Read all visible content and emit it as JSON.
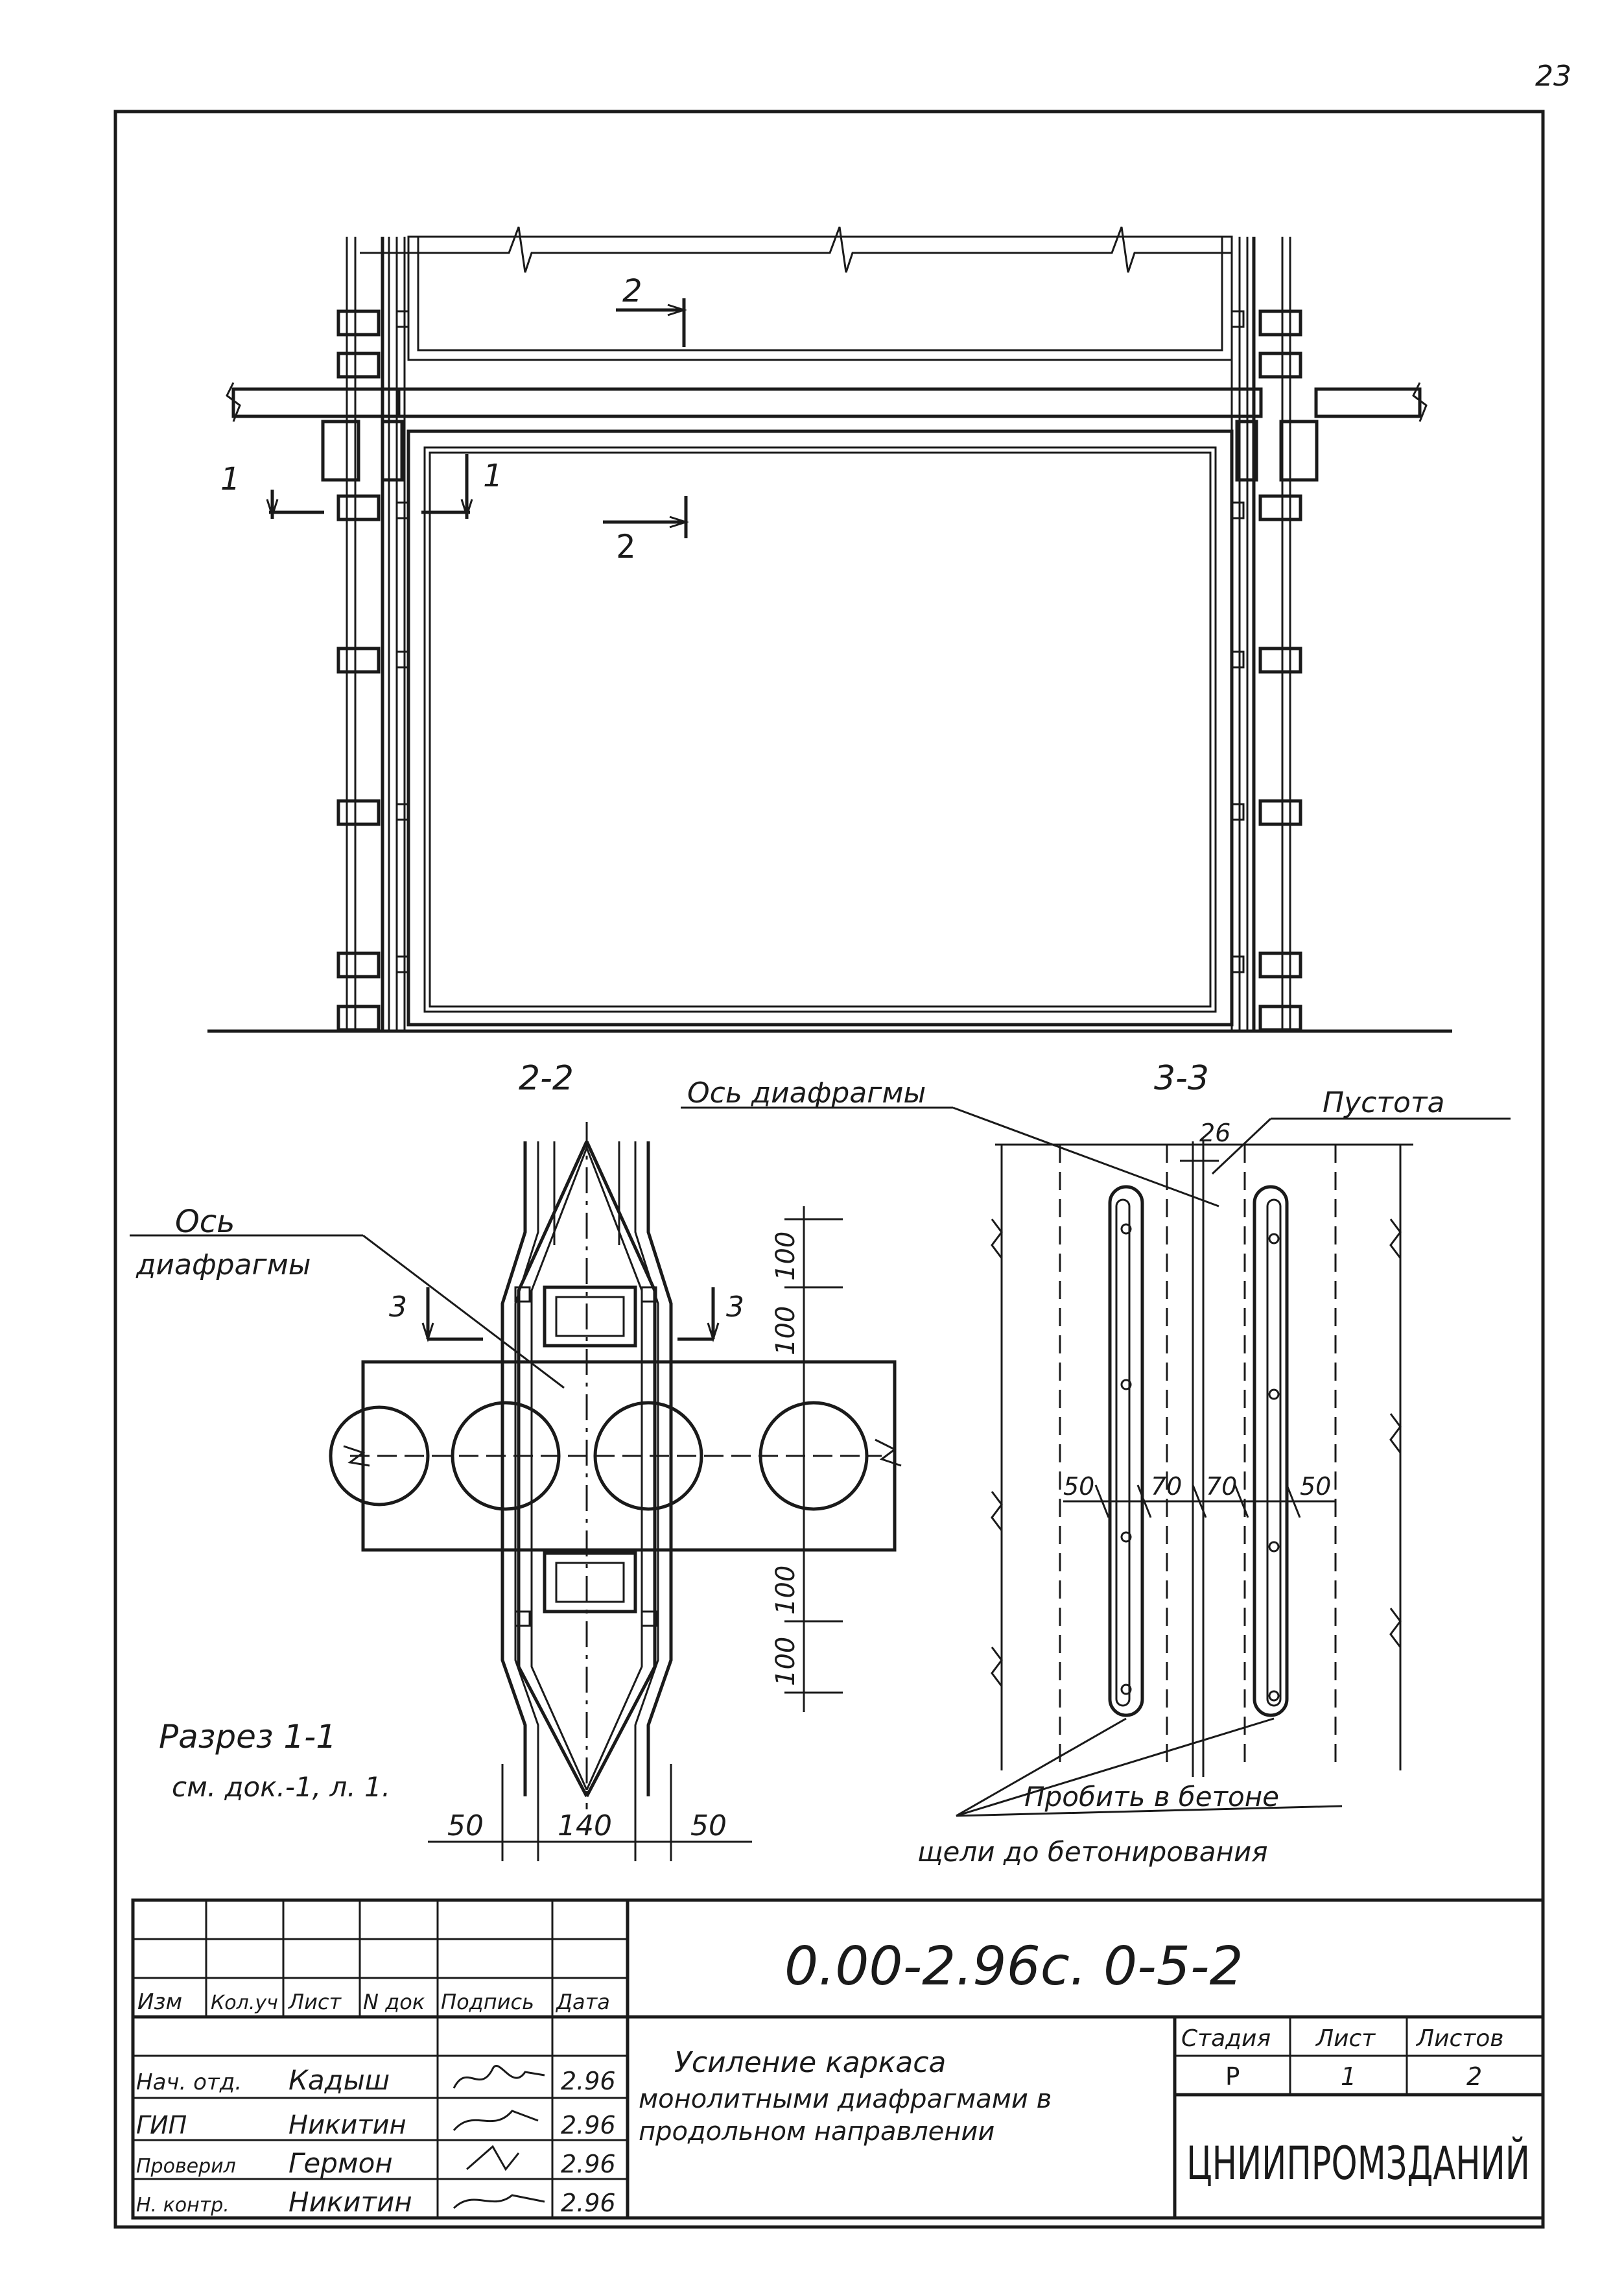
{
  "page_number": "23",
  "sections": {
    "top_cut_2": "2",
    "top_cut_1": "1",
    "section_2_2": "2-2",
    "section_3_3": "3-3",
    "cut_3": "3"
  },
  "labels": {
    "os_diafragmy_top": "Ось диафрагмы",
    "os": "Ось",
    "diafragmy": "диафрагмы",
    "pustota": "Пустота",
    "razrez_1": "Разрез 1-1",
    "sm_dok": "см. док.-1, л. 1.",
    "probit_1": "Пробить в бетоне",
    "probit_2": "щели до бетонирования"
  },
  "dimensions": {
    "d26": "26",
    "d100a": "100",
    "d100b": "100",
    "d100c": "100",
    "d100d": "100",
    "d50a": "50",
    "d70a": "70",
    "d70b": "70",
    "d50b": "50",
    "b50a": "50",
    "b140": "140",
    "b50b": "50"
  },
  "title_block": {
    "doc_code": "0.00-2.96с. 0-5-2",
    "headers": [
      "Изм",
      "Кол.уч",
      "Лист",
      "N док",
      "Подпись",
      "Дата"
    ],
    "rows": [
      {
        "role": "Нач. отд.",
        "name": "Кадыш",
        "date": "2.96"
      },
      {
        "role": "ГИП",
        "name": "Никитин",
        "date": "2.96"
      },
      {
        "role": "Проверил",
        "name": "Гермон",
        "date": "2.96"
      },
      {
        "role": "Н. контр.",
        "name": "Никитин",
        "date": "2.96"
      }
    ],
    "title_line1": "Усиление каркаса",
    "title_line2": "монолитными диафрагмами в",
    "title_line3": "продольном направлении",
    "stage_header": "Стадия",
    "sheet_header": "Лист",
    "sheets_header": "Листов",
    "stage": "Р",
    "sheet": "1",
    "sheets": "2",
    "org": "ЦНИИПРОМЗДАНИЙ"
  }
}
